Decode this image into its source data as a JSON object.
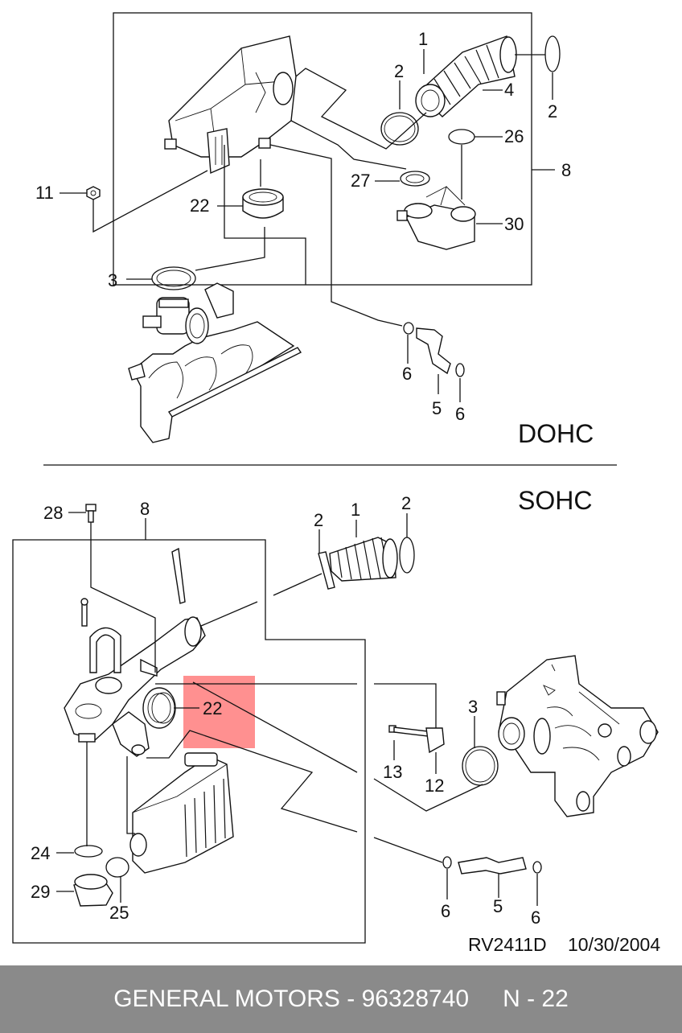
{
  "sections": {
    "dohc": "DOHC",
    "sohc": "SOHC"
  },
  "callouts_dohc": {
    "c1": "1",
    "c2a": "2",
    "c2b": "2",
    "c4": "4",
    "c26": "26",
    "c8": "8",
    "c11": "11",
    "c22": "22",
    "c27": "27",
    "c30": "30",
    "c3": "3",
    "c6a": "6",
    "c5": "5",
    "c6b": "6"
  },
  "callouts_sohc": {
    "c28": "28",
    "c8": "8",
    "c2a": "2",
    "c1": "1",
    "c2b": "2",
    "c22": "22",
    "c3": "3",
    "c13": "13",
    "c12": "12",
    "c24": "24",
    "c29": "29",
    "c25": "25",
    "c6a": "6",
    "c5": "5",
    "c6b": "6"
  },
  "reference": {
    "code": "RV2411D",
    "date": "10/30/2004"
  },
  "footer": {
    "manufacturer": "GENERAL MOTORS",
    "separator": "-",
    "part_number": "96328740",
    "position": "N - 22"
  },
  "colors": {
    "highlight": "#ff8a8a",
    "footer_bg": "#8a8a8a",
    "footer_text": "#ffffff"
  }
}
